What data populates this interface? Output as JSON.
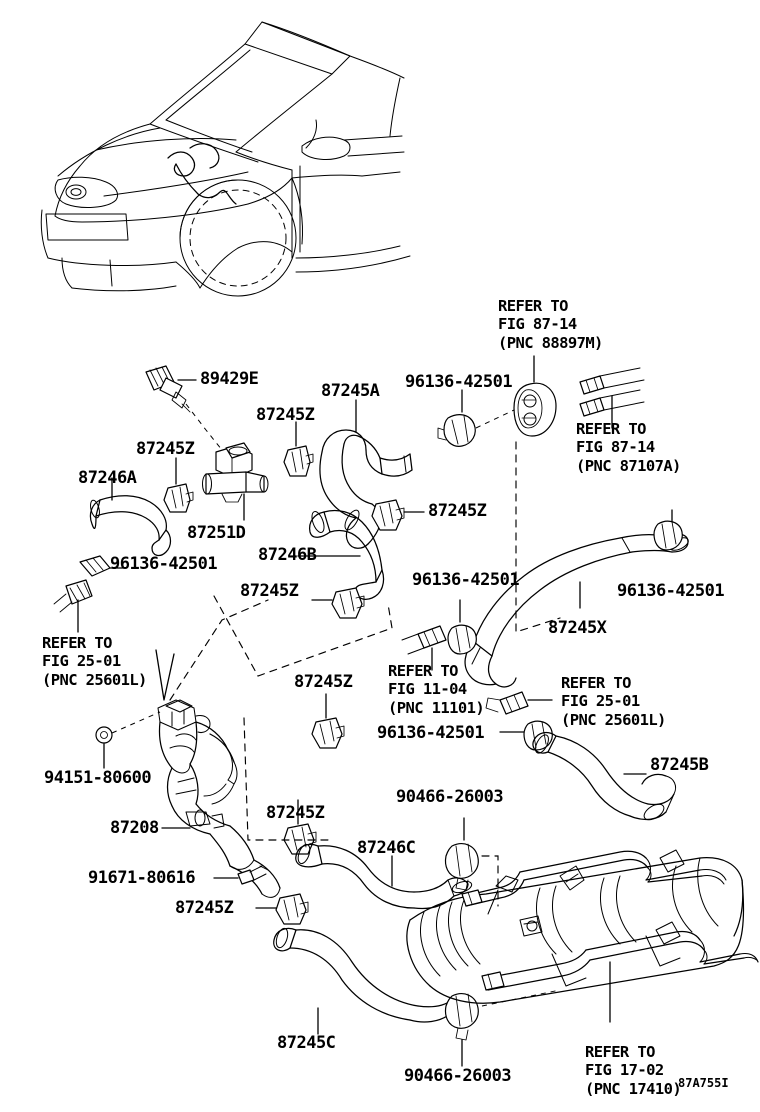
{
  "diagram": {
    "figure_code": "87A755I",
    "vehicle": "prius-front-three-quarter-outline",
    "labels": {
      "p_89429E": "89429E",
      "p_87245Z_a": "87245Z",
      "p_87245A": "87245A",
      "p_96136_top": "96136-42501",
      "p_87246A": "87246A",
      "p_87245Z_b": "87245Z",
      "p_87251D": "87251D",
      "p_87245Z_c": "87245Z",
      "p_96136_left": "96136-42501",
      "p_87246B": "87246B",
      "p_87245Z_d": "87245Z",
      "p_96136_mid": "96136-42501",
      "p_96136_right": "96136-42501",
      "p_87245X": "87245X",
      "p_87245Z_e": "87245Z",
      "p_96136_low": "96136-42501",
      "p_87245B": "87245B",
      "p_94151": "94151-80600",
      "p_87208": "87208",
      "p_91671": "91671-80616",
      "p_87245Z_f": "87245Z",
      "p_87245Z_g": "87245Z",
      "p_87246C": "87246C",
      "p_90466_top": "90466-26003",
      "p_87245C": "87245C",
      "p_90466_bot": "90466-26003"
    },
    "refer_notes": {
      "r_8814_88897M": "REFER TO\nFIG 87-14\n(PNC 88897M)",
      "r_8714_87107A": "REFER TO\nFIG 87-14\n(PNC 87107A)",
      "r_2501_left": "REFER TO\nFIG 25-01\n(PNC 25601L)",
      "r_1104_11101": "REFER TO\nFIG 11-04\n(PNC 11101)",
      "r_2501_right": "REFER TO\nFIG 25-01\n(PNC 25601L)",
      "r_2501_pump": "REFER TO\nFIG 25-01\n(PNC 25601L)",
      "r_1702_17410": "REFER TO\nFIG 17-02\n(PNC 17410)"
    },
    "colors": {
      "ink": "#000000",
      "background": "#ffffff"
    }
  }
}
